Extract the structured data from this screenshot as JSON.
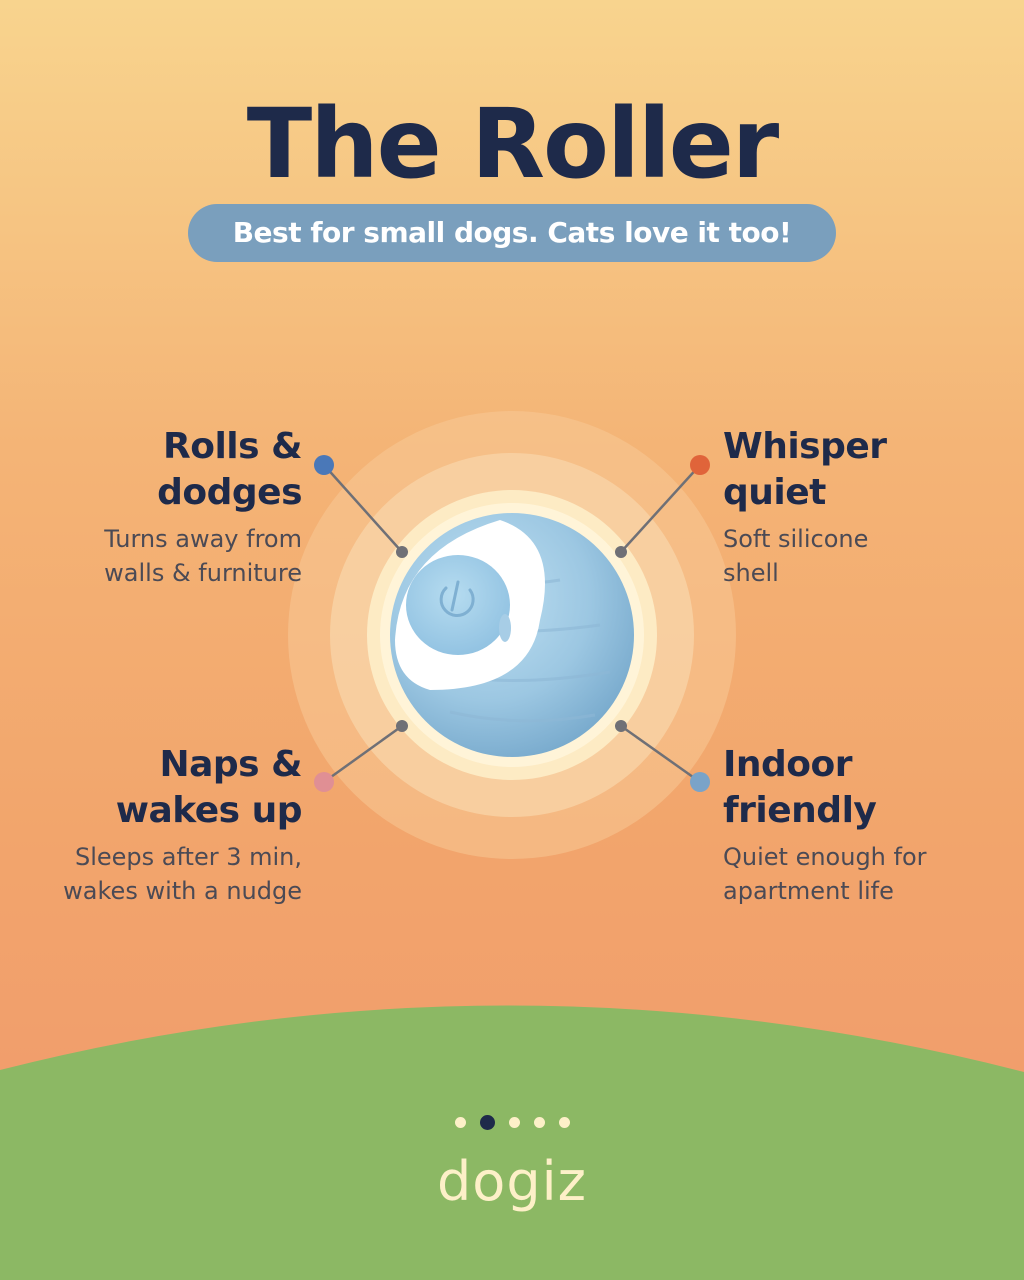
{
  "header": {
    "title": "The Roller",
    "subtitle": "Best for small dogs. Cats love it too!"
  },
  "features": [
    {
      "title": "Rolls & dodges",
      "title_line1": "Rolls &",
      "title_line2": "dodges",
      "desc_line1": "Turns away from",
      "desc_line2": "walls & furniture",
      "dot_color": "#4a78b8"
    },
    {
      "title": "Whisper quiet",
      "title_line1": "Whisper",
      "title_line2": "quiet",
      "desc_line1": "Soft silicone",
      "desc_line2": "shell",
      "dot_color": "#e0643a"
    },
    {
      "title": "Naps & wakes up",
      "title_line1": "Naps &",
      "title_line2": "wakes up",
      "desc_line1": "Sleeps after 3 min,",
      "desc_line2": "wakes with a nudge",
      "dot_color": "#e08f94"
    },
    {
      "title": "Indoor friendly",
      "title_line1": "Indoor",
      "title_line2": "friendly",
      "desc_line1": "Quiet enough for",
      "desc_line2": "apartment life",
      "dot_color": "#7aa3c8"
    }
  ],
  "product": {
    "name": "ball-toy",
    "icon": "power-icon",
    "body_color": "#9cc7e2",
    "band_color": "#ffffff"
  },
  "pagination": {
    "total": 5,
    "active": 2
  },
  "brand": {
    "name": "dogiz"
  },
  "colors": {
    "ground": "#8cb864",
    "title": "#1e2a4a",
    "pill": "#7a9fbd",
    "brand": "#fdf0c8"
  }
}
